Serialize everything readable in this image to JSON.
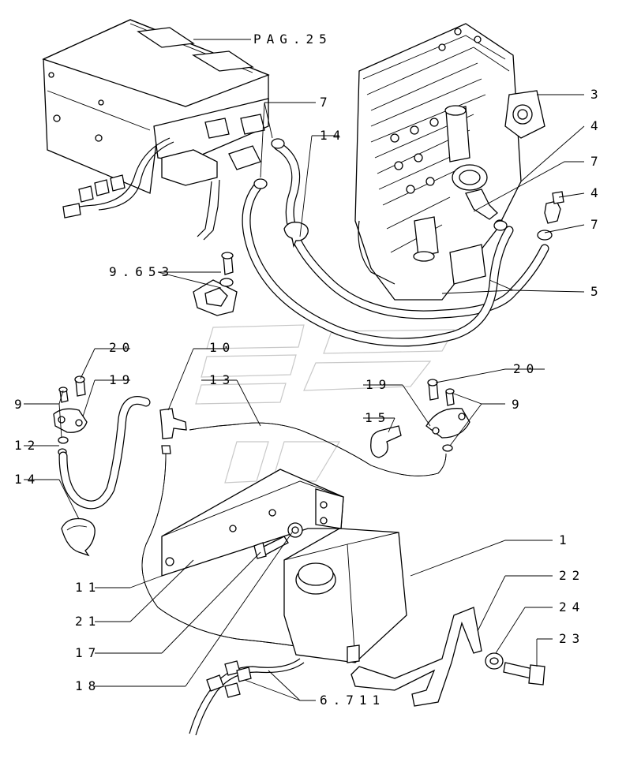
{
  "callouts": {
    "pag25": "PAG.25",
    "c7a": "7",
    "c3": "3",
    "c14a": "14",
    "c4a": "4",
    "c7b": "7",
    "c4b": "4",
    "c7c": "7",
    "c9653": "9.653",
    "c5": "5",
    "c10": "10",
    "c20a": "20",
    "c13": "13",
    "c19a": "19",
    "c20b": "20",
    "c19b": "19",
    "c9a": "9",
    "c9b": "9",
    "c15": "15",
    "c12": "12",
    "c14b": "14",
    "c1": "1",
    "c22": "22",
    "c24": "24",
    "c11": "11",
    "c21": "21",
    "c23": "23",
    "c17": "17",
    "c18": "18",
    "c6711": "6.711"
  }
}
